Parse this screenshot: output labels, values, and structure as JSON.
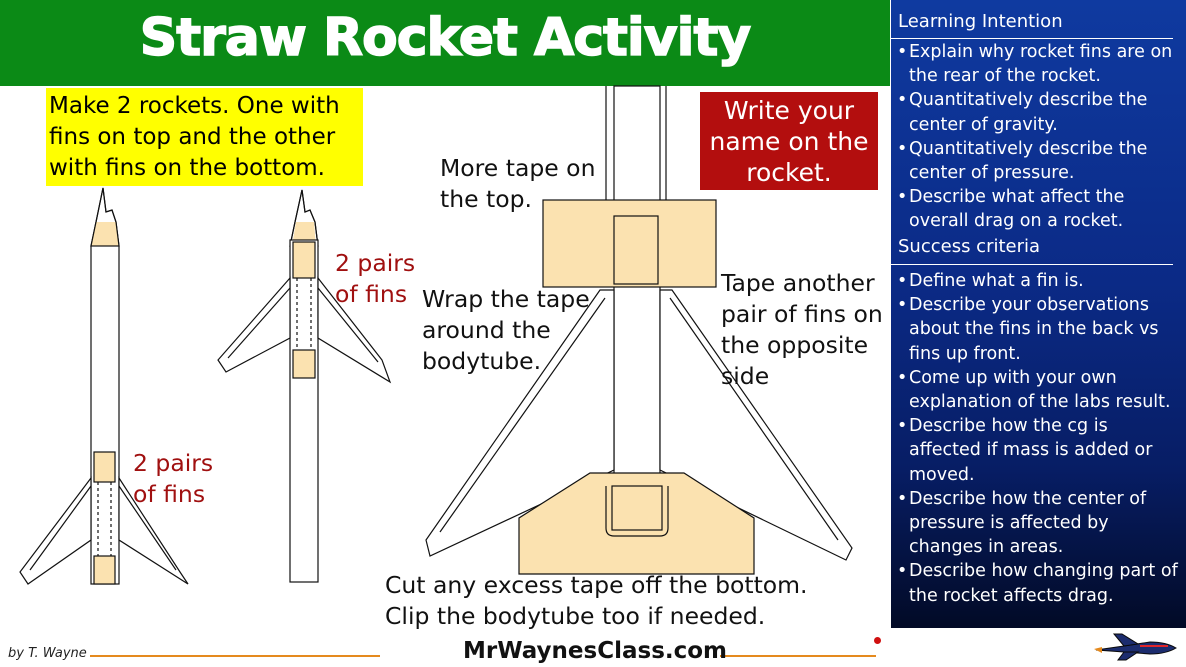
{
  "title": "Straw Rocket Activity",
  "instruction_box": "Make 2 rockets. One with fins on top and the other with fins on the bottom.",
  "name_box": "Write your name on the rocket.",
  "labels": {
    "pairs_left": "2 pairs of fins",
    "pairs_middle": "2 pairs of fins",
    "more_tape": "More tape on the top.",
    "wrap_tape": "Wrap the tape around the bodytube.",
    "tape_another": "Tape another pair of fins on the opposite side",
    "cut_excess": "Cut any excess tape off the bottom. Clip the bodytube too if needed."
  },
  "learning_intention": {
    "heading": "Learning Intention",
    "items": [
      "Explain why rocket fins are on the rear of the rocket.",
      "Quantitatively describe the center of gravity.",
      "Quantitatively describe the center of pressure.",
      "Describe what affect the overall drag on a rocket."
    ]
  },
  "success_criteria": {
    "heading": "Success criteria",
    "items": [
      "Define what a fin is.",
      "Describe your observations about the fins in the back vs fins up front.",
      "Come up with your own explanation of the labs result.",
      "Describe how the cg is affected if mass is added or moved.",
      "Describe how the center of pressure is affected  by changes in areas.",
      "Describe how changing part of the rocket affects drag."
    ]
  },
  "footer": {
    "author": "by T. Wayne",
    "site": "MrWaynesClass.com"
  },
  "icons": [
    "rocket-logo-icon"
  ],
  "colors": {
    "title_bar": "#0b8a16",
    "instruction_box": "#ffff00",
    "name_box": "#b30e0e",
    "tape": "#fbe2b0",
    "panel": "#0b2a86",
    "accent_text": "#a01010",
    "footer_line": "#e58a1e"
  }
}
